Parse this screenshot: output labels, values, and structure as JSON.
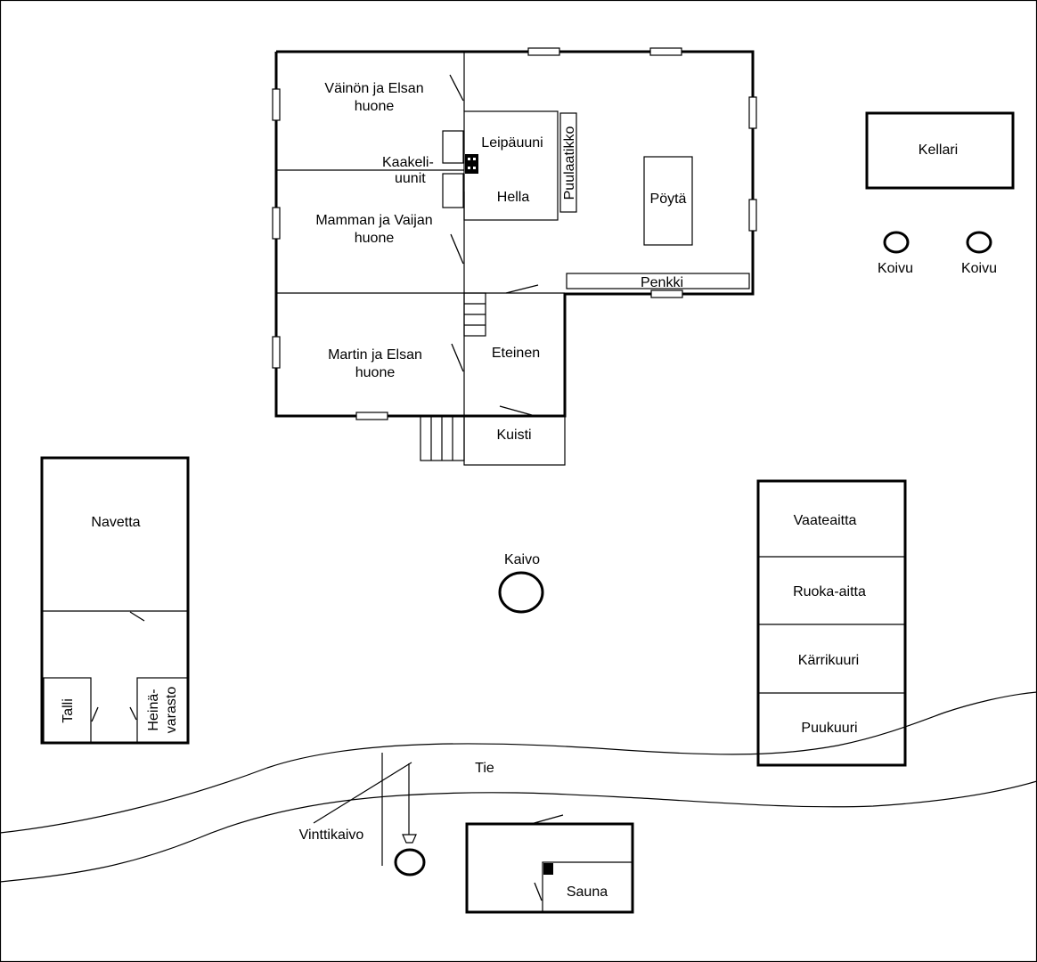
{
  "labels": {
    "vainon_room_line1": "Väinön ja Elsan",
    "vainon_room_line2": "huone",
    "mamman_room_line1": "Mamman ja Vaijan",
    "mamman_room_line2": "huone",
    "martin_room_line1": "Martin ja Elsan",
    "martin_room_line2": "huone",
    "kaakeli_line1": "Kaakeli-",
    "kaakeli_line2": "uunit",
    "leipauuni": "Leipäuuni",
    "hella": "Hella",
    "puulaatikko": "Puulaatikko",
    "poyta": "Pöytä",
    "penkki": "Penkki",
    "eteinen": "Eteinen",
    "kuisti": "Kuisti",
    "kellari": "Kellari",
    "koivu_1": "Koivu",
    "koivu_2": "Koivu",
    "navetta": "Navetta",
    "talli": "Talli",
    "heina_line1": "Heinä-",
    "heina_line2": "varasto",
    "kaivo": "Kaivo",
    "vaateaitta": "Vaateaitta",
    "ruoka_aitta": "Ruoka-aitta",
    "karrikuuri": "Kärrikuuri",
    "puukuuri": "Puukuuri",
    "tie": "Tie",
    "vinttikaivo": "Vinttikaivo",
    "sauna": "Sauna"
  }
}
